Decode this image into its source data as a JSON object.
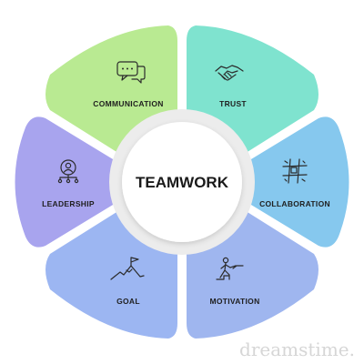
{
  "diagram": {
    "center_title": "TEAMWORK",
    "segments": [
      {
        "label": "COMMUNICATION",
        "icon": "chat-bubbles-icon",
        "color": "#B9EA92"
      },
      {
        "label": "TRUST",
        "icon": "handshake-icon",
        "color": "#7FE3CF"
      },
      {
        "label": "COLLABORATION",
        "icon": "puzzle-grid-icon",
        "color": "#86C8EE"
      },
      {
        "label": "MOTIVATION",
        "icon": "climbing-person-icon",
        "color": "#9FB6EF"
      },
      {
        "label": "GOAL",
        "icon": "flag-mountain-icon",
        "color": "#9CB6F2"
      },
      {
        "label": "LEADERSHIP",
        "icon": "team-leader-icon",
        "color": "#A8A4EE"
      }
    ]
  },
  "watermark": "dreamstime."
}
